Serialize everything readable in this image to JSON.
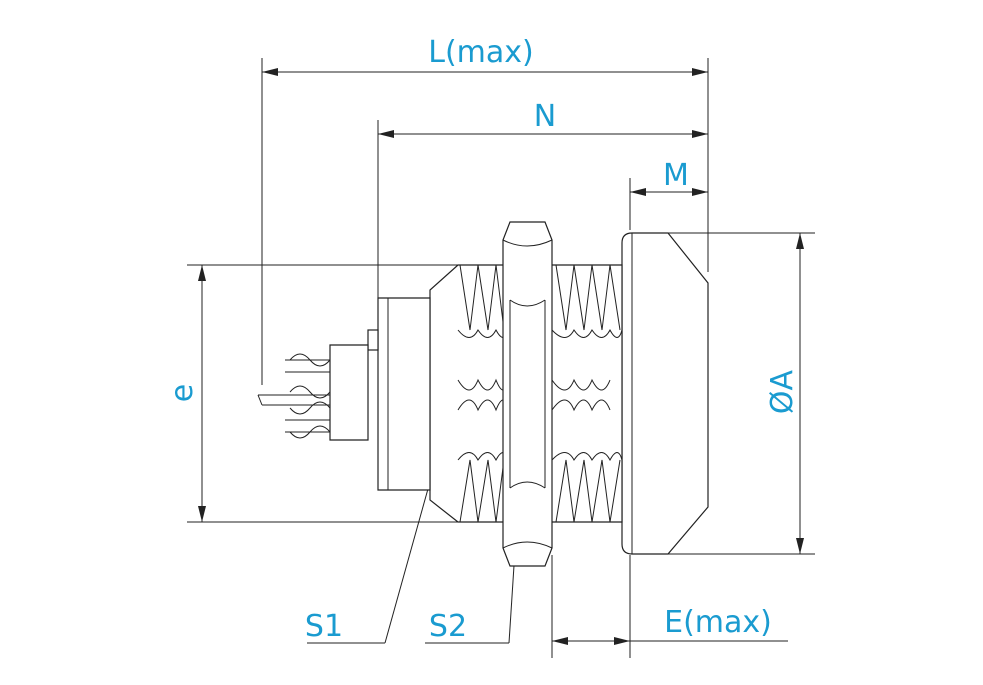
{
  "labels": {
    "l_max": "L(max)",
    "n": "N",
    "m": "M",
    "e": "e",
    "dia_a": "ØA",
    "s1": "S1",
    "s2": "S2",
    "e_max": "E(max)"
  },
  "colors": {
    "label": "#1a9bd0",
    "line": "#222222",
    "background": "#ffffff"
  }
}
